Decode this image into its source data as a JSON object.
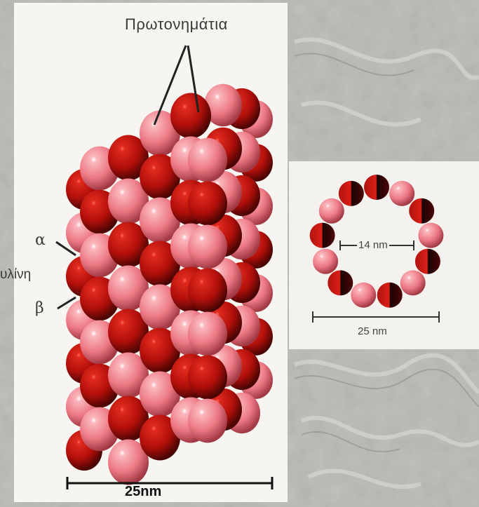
{
  "labels": {
    "protofilaments": "Πρωτονημάτια",
    "alpha": "α",
    "tubulin": "υλίνη",
    "beta": "β",
    "scale_main": "25nm",
    "inner_diameter": "14 nm",
    "outer_diameter": "25 nm"
  },
  "colors": {
    "dark_subunit": "#b5120e",
    "light_subunit": "#ee7e86",
    "background": "#a9a9a6",
    "line": "#333333"
  }
}
